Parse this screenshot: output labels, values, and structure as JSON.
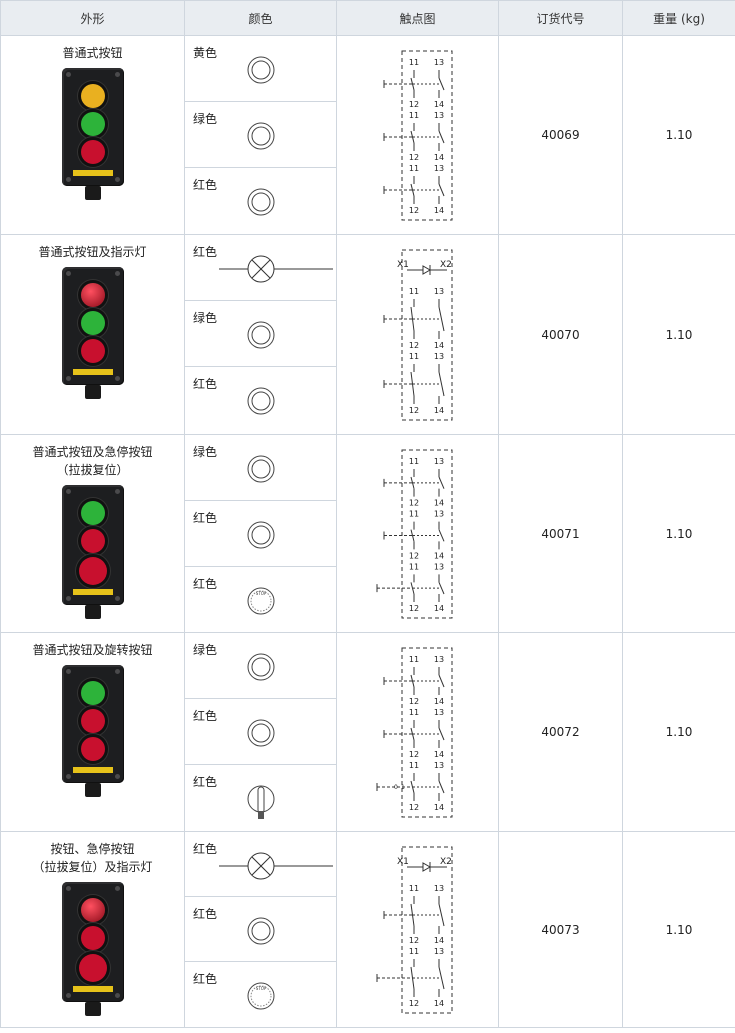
{
  "headers": [
    "外形",
    "颜色",
    "触点图",
    "订货代号",
    "重量 (kg)"
  ],
  "rows": [
    {
      "name": "普通式按钮",
      "colors": [
        {
          "label": "黄色",
          "symbol": "button-circle"
        },
        {
          "label": "绿色",
          "symbol": "button-circle"
        },
        {
          "label": "红色",
          "symbol": "button-circle"
        }
      ],
      "contacts": [
        "11",
        "13",
        "12",
        "14",
        "11",
        "13",
        "12",
        "14",
        "11",
        "13",
        "12",
        "14"
      ],
      "code": "40069",
      "weight": "1.10"
    },
    {
      "name": "普通式按钮及指示灯",
      "colors": [
        {
          "label": "红色",
          "symbol": "lamp-cross"
        },
        {
          "label": "绿色",
          "symbol": "button-circle"
        },
        {
          "label": "红色",
          "symbol": "button-circle"
        }
      ],
      "lamp": [
        "X1",
        "X2"
      ],
      "contacts": [
        "11",
        "13",
        "12",
        "14",
        "11",
        "13",
        "12",
        "14"
      ],
      "code": "40070",
      "weight": "1.10"
    },
    {
      "name": "普通式按钮及急停按钮",
      "name2": "（拉拔复位）",
      "colors": [
        {
          "label": "绿色",
          "symbol": "button-circle"
        },
        {
          "label": "红色",
          "symbol": "button-circle"
        },
        {
          "label": "红色",
          "symbol": "stop-circle"
        }
      ],
      "contacts": [
        "11",
        "13",
        "12",
        "14",
        "11",
        "13",
        "12",
        "14",
        "11",
        "13",
        "12",
        "14"
      ],
      "code": "40071",
      "weight": "1.10"
    },
    {
      "name": "普通式按钮及旋转按钮",
      "colors": [
        {
          "label": "绿色",
          "symbol": "button-circle"
        },
        {
          "label": "红色",
          "symbol": "button-circle"
        },
        {
          "label": "红色",
          "symbol": "rotary-knob"
        }
      ],
      "contacts": [
        "11",
        "13",
        "12",
        "14",
        "11",
        "13",
        "12",
        "14",
        "11",
        "13",
        "12",
        "14"
      ],
      "rotary_marks": [
        "0",
        "1"
      ],
      "code": "40072",
      "weight": "1.10"
    },
    {
      "name": "按钮、急停按钮",
      "name2": "（拉拔复位）及指示灯",
      "colors": [
        {
          "label": "红色",
          "symbol": "lamp-cross"
        },
        {
          "label": "红色",
          "symbol": "button-circle"
        },
        {
          "label": "红色",
          "symbol": "stop-circle"
        }
      ],
      "lamp": [
        "X1",
        "X2"
      ],
      "contacts": [
        "11",
        "13",
        "12",
        "14",
        "11",
        "13",
        "12",
        "14"
      ],
      "code": "40073",
      "weight": "1.10"
    }
  ],
  "stop_text": "STOP",
  "colors_hex": {
    "box": "#1d1e20",
    "yellow": "#e9b020",
    "green": "#2db33a",
    "red": "#c8102e",
    "redlamp": "#a0101e",
    "border": "#cfd6de",
    "header": "#e9edf1"
  }
}
